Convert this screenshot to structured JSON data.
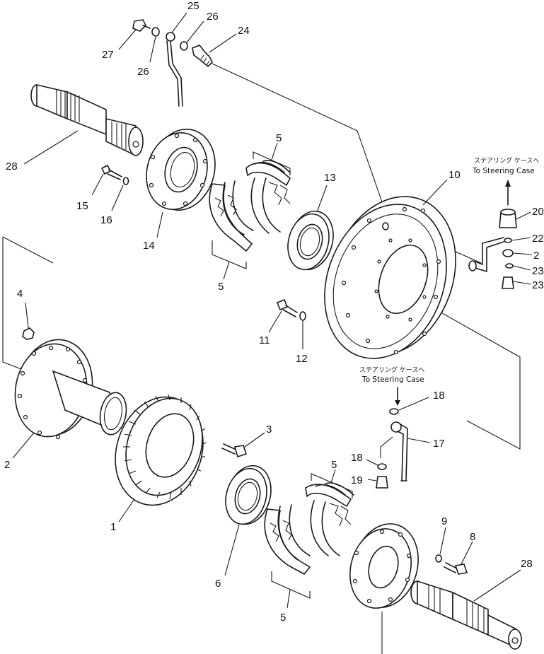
{
  "labels": {
    "l1": "1",
    "l2": "2",
    "l3": "3",
    "l4": "4",
    "l5a": "5",
    "l5b": "5",
    "l5c": "5",
    "l5d": "5",
    "l6": "6",
    "l8": "8",
    "l9": "9",
    "l10": "10",
    "l11": "11",
    "l12": "12",
    "l13": "13",
    "l14": "14",
    "l15": "15",
    "l16": "16",
    "l17": "17",
    "l18a": "18",
    "l18b": "18",
    "l19": "19",
    "l20": "20",
    "l21": "2",
    "l22": "22",
    "l23a": "23",
    "l23b": "23",
    "l24": "24",
    "l25": "25",
    "l26a": "26",
    "l26b": "26",
    "l27": "27",
    "l28a": "28",
    "l28b": "28"
  },
  "notes": {
    "top_jp": "ステアリング ケースへ",
    "top_en": "To Steering Case",
    "mid_jp": "ステアリング ケースへ",
    "mid_en": "To Steering Case"
  }
}
